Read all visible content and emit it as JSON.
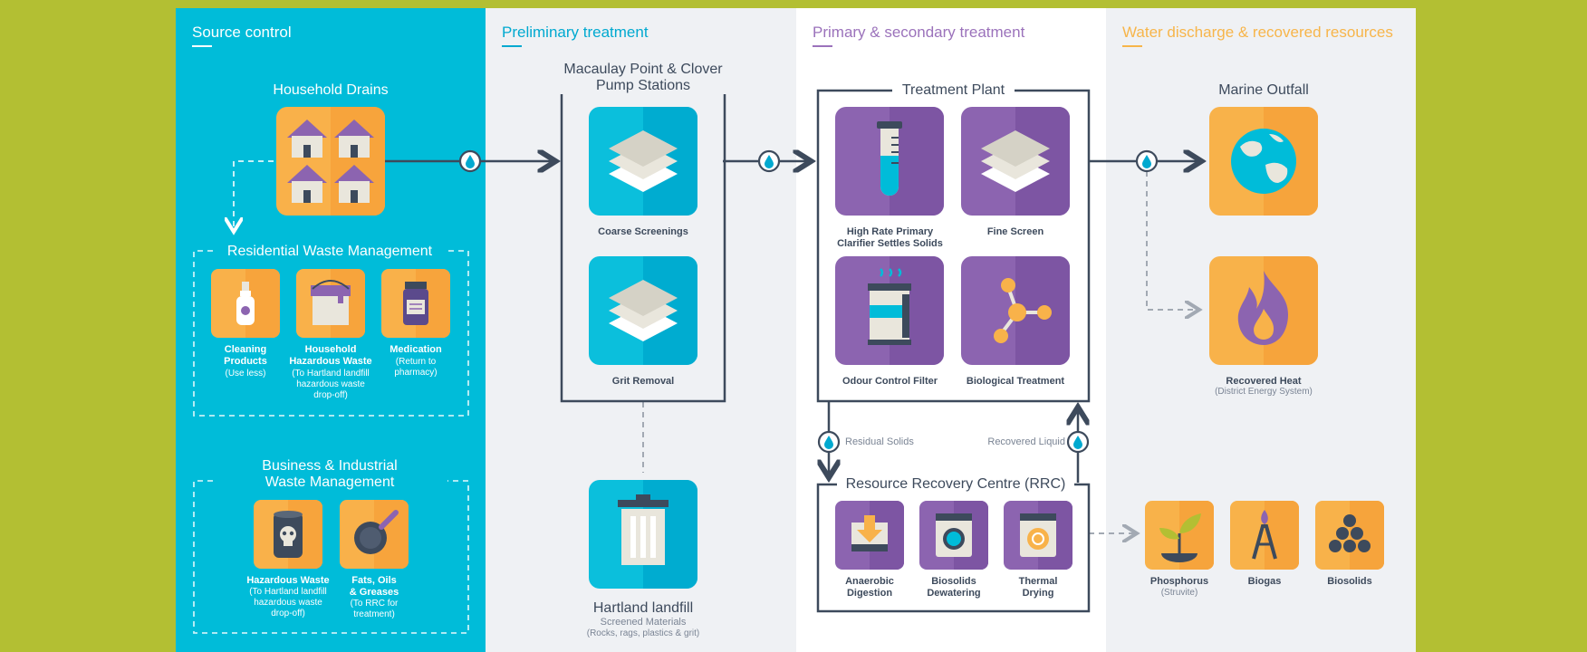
{
  "sections": {
    "source": "Source control",
    "preliminary": "Preliminary treatment",
    "primary": "Primary & secondary treatment",
    "discharge": "Water discharge & recovered resources"
  },
  "source": {
    "household_drains": "Household Drains",
    "residential_title": "Residential Waste Management",
    "residential_items": [
      {
        "label": "Cleaning\nProducts",
        "note": "(Use less)",
        "icon": "spray-bottle-icon"
      },
      {
        "label": "Household\nHazardous Waste",
        "note": "(To Hartland landfill\nhazardous waste\ndrop-off)",
        "icon": "paint-can-icon"
      },
      {
        "label": "Medication",
        "note": "(Return to\npharmacy)",
        "icon": "pill-bottle-icon"
      }
    ],
    "business_title": "Business & Industrial\nWaste Management",
    "business_items": [
      {
        "label": "Hazardous Waste",
        "note": "(To Hartland landfill\nhazardous waste\ndrop-off)",
        "icon": "skull-barrel-icon"
      },
      {
        "label": "Fats, Oils\n& Greases",
        "note": "(To RRC for\ntreatment)",
        "icon": "frying-pan-icon"
      }
    ]
  },
  "preliminary": {
    "stations_title": "Macaulay Point & Clover\nPump Stations",
    "coarse": "Coarse Screenings",
    "grit": "Grit Removal",
    "landfill_title": "Hartland landfill",
    "landfill_sub": "Screened Materials",
    "landfill_note": "(Rocks, rags, plastics & grit)"
  },
  "primary": {
    "plant_title": "Treatment Plant",
    "clarifier": "High Rate Primary\nClarifier Settles Solids",
    "fine_screen": "Fine Screen",
    "odour": "Odour Control Filter",
    "biological": "Biological Treatment",
    "residual_solids": "Residual Solids",
    "recovered_liquid": "Recovered Liquid",
    "rrc_title": "Resource Recovery Centre (RRC)",
    "rrc_items": [
      {
        "label": "Anaerobic\nDigestion",
        "icon": "digestion-tray-icon"
      },
      {
        "label": "Biosolids\nDewatering",
        "icon": "washing-machine-icon"
      },
      {
        "label": "Thermal\nDrying",
        "icon": "dryer-icon"
      }
    ]
  },
  "discharge": {
    "marine_outfall": "Marine Outfall",
    "recovered_heat": "Recovered Heat",
    "recovered_heat_note": "(District Energy System)",
    "resources": [
      {
        "label": "Phosphorus",
        "note": "(Struvite)",
        "icon": "sprout-icon"
      },
      {
        "label": "Biogas",
        "note": "",
        "icon": "gas-rig-icon"
      },
      {
        "label": "Biosolids",
        "note": "",
        "icon": "pellets-icon"
      }
    ]
  },
  "colors": {
    "background": "#b3bf33",
    "source_column": "#00bcd9",
    "treatment_columns": "#eff1f4",
    "preliminary_title": "#00a9d0",
    "primary_title": "#9b72bb",
    "discharge_title": "#f7b54a",
    "teal_tile": "#0bbfdc",
    "purple_tile": "#8c64b0",
    "orange_tile": "#f8b24a",
    "line": "#3d4a5c"
  }
}
